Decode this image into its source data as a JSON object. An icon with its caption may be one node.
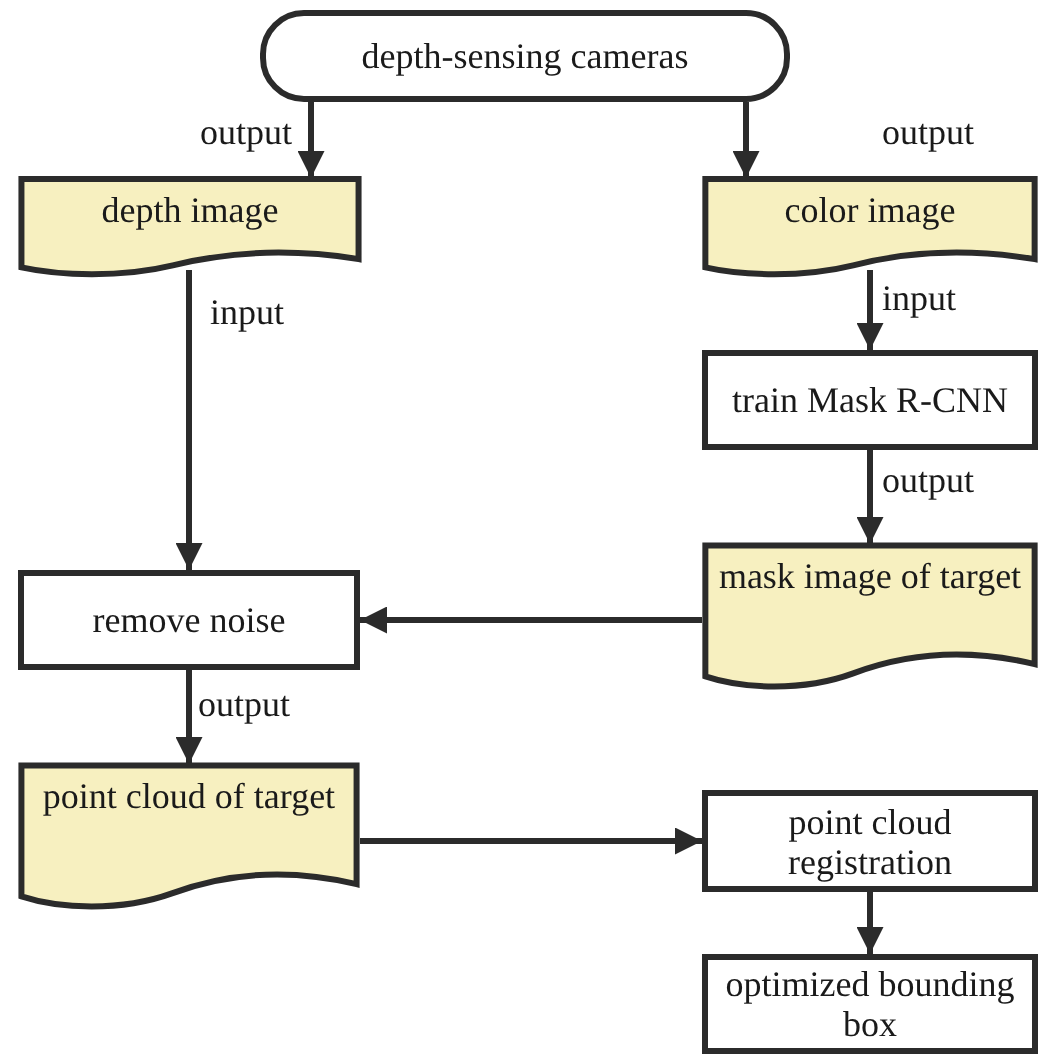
{
  "diagram": {
    "nodes": [
      {
        "text": [
          "depth-sensing cameras"
        ]
      },
      {
        "text": [
          "depth image"
        ]
      },
      {
        "text": [
          "color image"
        ]
      },
      {
        "text": [
          "train Mask R-CNN"
        ]
      },
      {
        "text": [
          "remove noise"
        ]
      },
      {
        "text": [
          "mask image of target"
        ]
      },
      {
        "text": [
          "point cloud of target"
        ]
      },
      {
        "text": [
          "point cloud registration"
        ]
      },
      {
        "text": [
          "optimized bounding box"
        ]
      }
    ],
    "edges": [
      {
        "from": 0,
        "to": 1,
        "arrow": "to",
        "label": "output"
      },
      {
        "from": 0,
        "to": 2,
        "arrow": "to",
        "label": "output"
      },
      {
        "from": 1,
        "to": 4,
        "arrow": "to",
        "label": "input"
      },
      {
        "from": 2,
        "to": 3,
        "arrow": "to",
        "label": "input"
      },
      {
        "from": 3,
        "to": 5,
        "arrow": "to",
        "label": "output"
      },
      {
        "from": 5,
        "to": 4,
        "arrow": "to"
      },
      {
        "from": 4,
        "to": 6,
        "arrow": "to",
        "label": "output"
      },
      {
        "from": 6,
        "to": 7,
        "arrow": "to"
      },
      {
        "from": 7,
        "to": 8,
        "arrow": "to"
      }
    ]
  }
}
